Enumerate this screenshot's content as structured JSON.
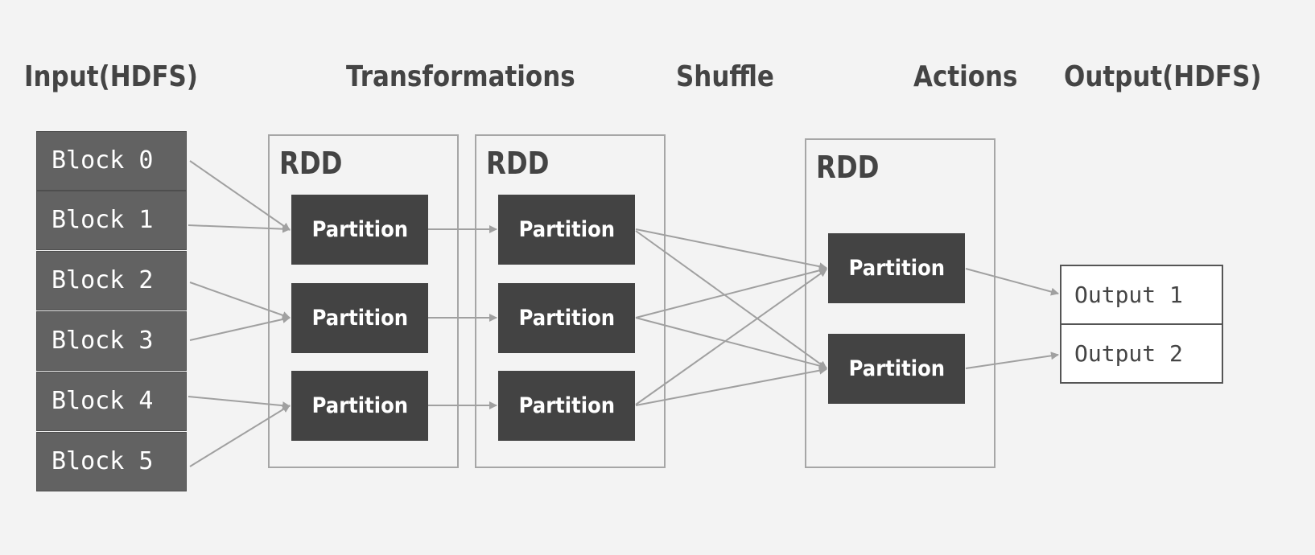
{
  "headings": {
    "input": "Input(HDFS)",
    "transformations": "Transformations",
    "shuffle": "Shuffle",
    "actions": "Actions",
    "output": "Output(HDFS)"
  },
  "blocks": [
    "Block 0",
    "Block 1",
    "Block 2",
    "Block 3",
    "Block 4",
    "Block 5"
  ],
  "rdds": [
    {
      "label": "RDD",
      "partitions": [
        "Partition",
        "Partition",
        "Partition"
      ]
    },
    {
      "label": "RDD",
      "partitions": [
        "Partition",
        "Partition",
        "Partition"
      ]
    },
    {
      "label": "RDD",
      "partitions": [
        "Partition",
        "Partition"
      ]
    }
  ],
  "outputs": [
    "Output 1",
    "Output 2"
  ],
  "colors": {
    "background": "#f3f3f3",
    "block_fill": "#626262",
    "partition_fill": "#434343",
    "rdd_border": "#a6a6a6",
    "arrow": "#a0a0a0",
    "heading_text": "#444444"
  }
}
